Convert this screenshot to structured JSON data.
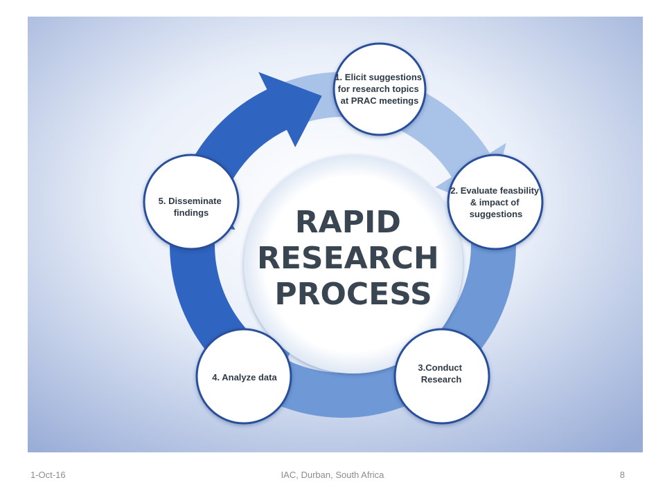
{
  "diagram": {
    "center_title_lines": [
      "RAPID",
      "RESEARCH",
      "PROCESS"
    ],
    "steps": [
      {
        "lines": [
          "1. Elicit suggestions",
          "for research topics",
          "at PRAC meetings"
        ]
      },
      {
        "lines": [
          "2. Evaluate feasbility",
          "& impact of",
          "suggestions"
        ]
      },
      {
        "lines": [
          "3.Conduct",
          "Research"
        ]
      },
      {
        "lines": [
          "4. Analyze data"
        ]
      },
      {
        "lines": [
          "5. Disseminate",
          "findings"
        ]
      }
    ],
    "colors": {
      "background_center": "#ffffff",
      "background_edge": "#9fb3d8",
      "ring_light": "#a9c2e8",
      "ring_mid": "#6f99d6",
      "ring_dark": "#2f64c0",
      "circle_border": "#2b4f9a"
    }
  },
  "footer": {
    "date": "1-Oct-16",
    "event": "IAC, Durban, South Africa",
    "page": "8"
  }
}
